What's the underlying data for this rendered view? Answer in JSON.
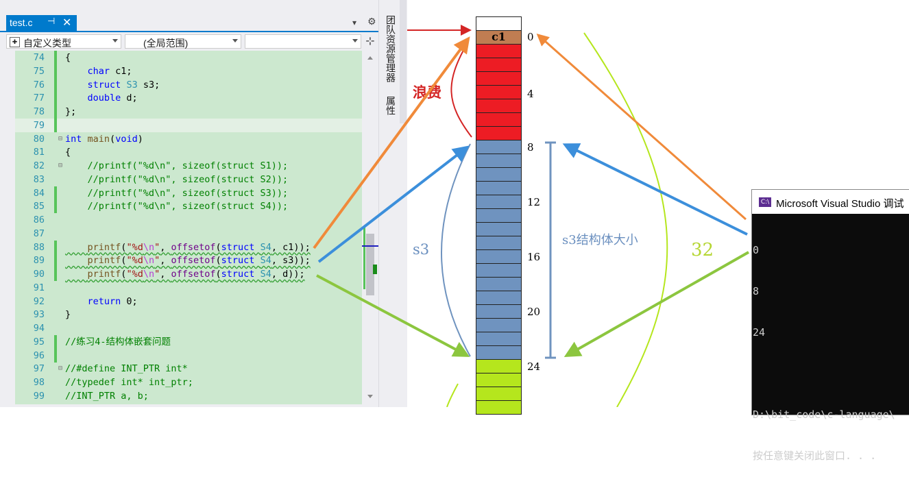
{
  "editor": {
    "tab": {
      "filename": "test.c",
      "pin_glyph": "⊣",
      "close_glyph": "✕"
    },
    "toolbar": {
      "dropdown_glyph": "▾",
      "gear_glyph": "⚙"
    },
    "navbar": {
      "type_dropdown": "自定义类型",
      "scope_dropdown": "(全局范围)",
      "member_dropdown": "",
      "split_glyph": "⊹"
    },
    "side_tabs": [
      "团队资源管理器",
      "属性"
    ],
    "lines": [
      {
        "n": "74",
        "t": "{"
      },
      {
        "n": "75",
        "t": "    char c1;"
      },
      {
        "n": "76",
        "t": "    struct S3 s3;"
      },
      {
        "n": "77",
        "t": "    double d;"
      },
      {
        "n": "78",
        "t": "};"
      },
      {
        "n": "79",
        "t": ""
      },
      {
        "n": "80",
        "t": "int main(void)"
      },
      {
        "n": "81",
        "t": "{"
      },
      {
        "n": "82",
        "t": "    //printf(\"%d\\n\", sizeof(struct S1));"
      },
      {
        "n": "83",
        "t": "    //printf(\"%d\\n\", sizeof(struct S2));"
      },
      {
        "n": "84",
        "t": "    //printf(\"%d\\n\", sizeof(struct S3));"
      },
      {
        "n": "85",
        "t": "    //printf(\"%d\\n\", sizeof(struct S4));"
      },
      {
        "n": "86",
        "t": ""
      },
      {
        "n": "87",
        "t": ""
      },
      {
        "n": "88",
        "t": "    printf(\"%d\\n\", offsetof(struct S4, c1));"
      },
      {
        "n": "89",
        "t": "    printf(\"%d\\n\", offsetof(struct S4, s3));"
      },
      {
        "n": "90",
        "t": "    printf(\"%d\\n\", offsetof(struct S4, d));"
      },
      {
        "n": "91",
        "t": ""
      },
      {
        "n": "92",
        "t": "    return 0;"
      },
      {
        "n": "93",
        "t": "}"
      },
      {
        "n": "94",
        "t": ""
      },
      {
        "n": "95",
        "t": "//练习4-结构体嵌套问题"
      },
      {
        "n": "96",
        "t": ""
      },
      {
        "n": "97",
        "t": "//#define INT_PTR int*"
      },
      {
        "n": "98",
        "t": "//typedef int* int_ptr;"
      },
      {
        "n": "99",
        "t": "//INT_PTR a, b;"
      }
    ]
  },
  "diagram": {
    "cell_member_label": "c1",
    "offset_labels": [
      "0",
      "4",
      "8",
      "12",
      "16",
      "20",
      "24"
    ],
    "labels": {
      "waste": "浪费",
      "s3": "s3",
      "s3_size": "s3结构体大小",
      "total": "32"
    },
    "colors": {
      "c1": "#c07d52",
      "padding": "#ed1c24",
      "s3": "#6f93bf",
      "d": "#b5e61d",
      "empty": "#ffffff",
      "arrow_orange": "#f08a3a",
      "arrow_blue": "#3c8fdb",
      "arrow_green": "#8cc63f",
      "arrow_red": "#d42525"
    }
  },
  "console": {
    "title": "Microsoft Visual Studio 调试",
    "icon_text": "C:\\",
    "output": [
      "0",
      "8",
      "24",
      "",
      "D:\\bit_code\\c-language\\",
      "按任意键关闭此窗口. . ."
    ]
  }
}
